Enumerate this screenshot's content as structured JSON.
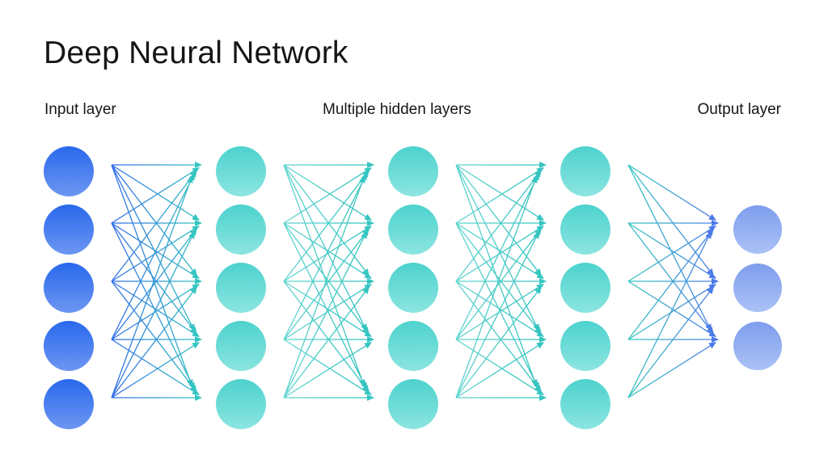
{
  "title": "Deep Neural Network",
  "labels": {
    "input": "Input layer",
    "hidden": "Multiple hidden layers",
    "output": "Output layer"
  },
  "colors": {
    "background": "#ffffff",
    "title_text": "#161616",
    "label_text": "#161616",
    "node_input_top": "#2869ec",
    "node_input_bottom": "#6e96f2",
    "node_hidden_top": "#4dd2ce",
    "node_hidden_bottom": "#8ce5e0",
    "node_output_top": "#7e9ded",
    "node_output_bottom": "#abc2f6",
    "edge_blue_start": "#2f6de9",
    "edge_teal": "#35c5c1",
    "edge_teal_light": "#60d4cf",
    "edge_teal_dark": "#2fc2be",
    "edge_blue_end": "#4b7ae8"
  },
  "network": {
    "layers": [
      {
        "name": "input",
        "type": "input",
        "nodes": 5
      },
      {
        "name": "hidden-1",
        "type": "hidden",
        "nodes": 5
      },
      {
        "name": "hidden-2",
        "type": "hidden",
        "nodes": 5
      },
      {
        "name": "hidden-3",
        "type": "hidden",
        "nodes": 5
      },
      {
        "name": "output",
        "type": "output",
        "nodes": 3
      }
    ],
    "fully_connected": true,
    "edge_direction": "left-to-right"
  }
}
